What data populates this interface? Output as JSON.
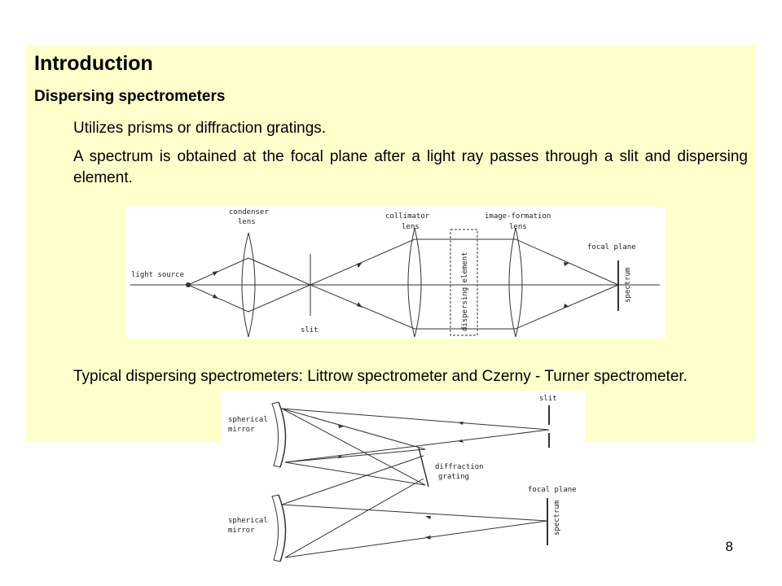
{
  "slide": {
    "title": "Introduction",
    "subtitle": "Dispersing spectrometers",
    "paragraphs": [
      "Utilizes prisms or diffraction gratings.",
      "A spectrum is obtained at the focal plane after a light ray passes through a slit and dispersing element.",
      "Typical dispersing spectrometers: Littrow spectrometer and Czerny - Turner spectrometer."
    ],
    "page_number": "8"
  },
  "figure1": {
    "labels": {
      "condenser": "condenser",
      "lens": "lens",
      "collimator": "collimator",
      "image_formation": "image-formation",
      "focal_plane": "focal plane",
      "light_source": "light source",
      "slit": "slit",
      "dispersing_element": "dispersing element",
      "spectrum": "spectrum"
    }
  },
  "figure2": {
    "labels": {
      "slit": "slit",
      "spherical": "spherical",
      "mirror": "mirror",
      "diffraction": "diffraction",
      "grating": "grating",
      "focal_plane": "focal plane",
      "spectrum": "spectrum"
    }
  }
}
